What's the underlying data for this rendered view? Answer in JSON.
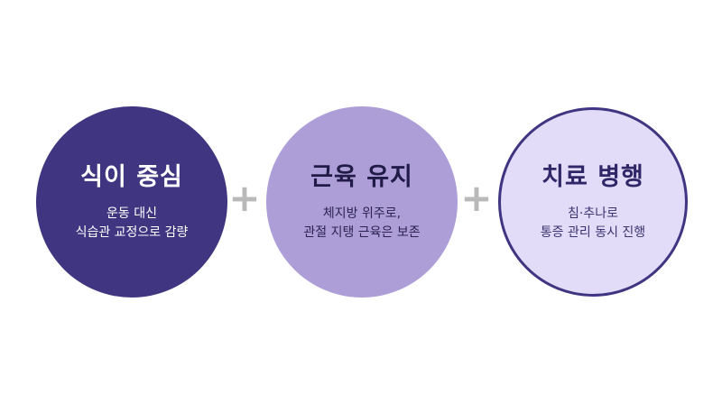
{
  "items": [
    {
      "title": "식이 중심",
      "desc_line1": "운동 대신",
      "desc_line2": "식습관 교정으로 감량"
    },
    {
      "title": "근육 유지",
      "desc_line1": "체지방 위주로,",
      "desc_line2": "관절 지탱 근육은 보존"
    },
    {
      "title": "치료 병행",
      "desc_line1": "침·추나로",
      "desc_line2": "통증 관리 동시 진행"
    }
  ],
  "connector": "+",
  "colors": {
    "circle1": "#3f3580",
    "circle2": "#ae9ed8",
    "circle3": "#e3dcf8",
    "plus": "#b9b9b9"
  }
}
